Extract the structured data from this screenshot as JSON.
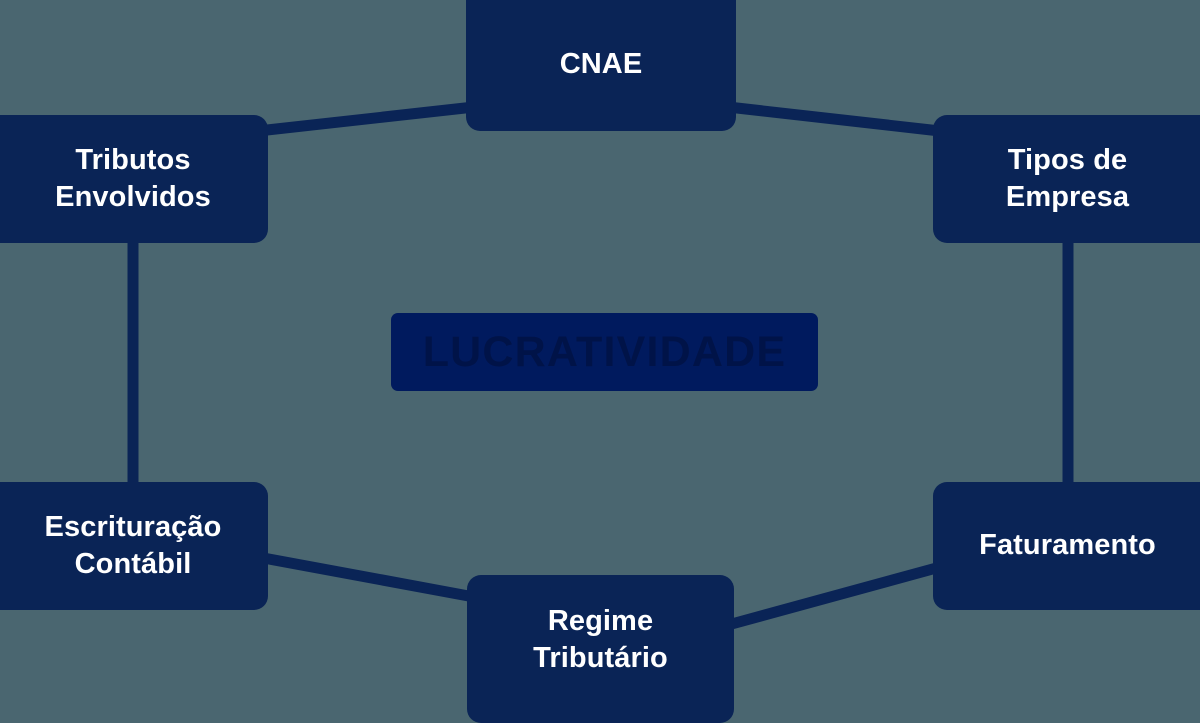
{
  "diagram": {
    "title": "Lucratividade",
    "type": "hexagonal-cycle",
    "background_color": "#4a6670",
    "node_color": "#0a2456",
    "node_text_color": "#ffffff",
    "connector_color": "#0a2456",
    "center": {
      "label": "LUCRATIVIDADE",
      "background_color": "#001a5e",
      "text_color": "#001348"
    },
    "nodes": [
      {
        "id": "cnae",
        "label": "CNAE",
        "position": "top"
      },
      {
        "id": "tipos",
        "label": "Tipos de\nEmpresa",
        "position": "top-right"
      },
      {
        "id": "faturamento",
        "label": "Faturamento",
        "position": "bottom-right"
      },
      {
        "id": "regime",
        "label": "Regime\nTributário",
        "position": "bottom"
      },
      {
        "id": "escrituracao",
        "label": "Escrituração\nContábil",
        "position": "bottom-left"
      },
      {
        "id": "tributos",
        "label": "Tributos\nEnvolvidos",
        "position": "top-left"
      }
    ],
    "connections": [
      {
        "from": "tributos",
        "to": "cnae",
        "style": "diagonal"
      },
      {
        "from": "cnae",
        "to": "tipos",
        "style": "diagonal"
      },
      {
        "from": "tipos",
        "to": "faturamento",
        "style": "vertical"
      },
      {
        "from": "faturamento",
        "to": "regime",
        "style": "diagonal"
      },
      {
        "from": "regime",
        "to": "escrituracao",
        "style": "diagonal"
      },
      {
        "from": "escrituracao",
        "to": "tributos",
        "style": "vertical"
      }
    ]
  }
}
